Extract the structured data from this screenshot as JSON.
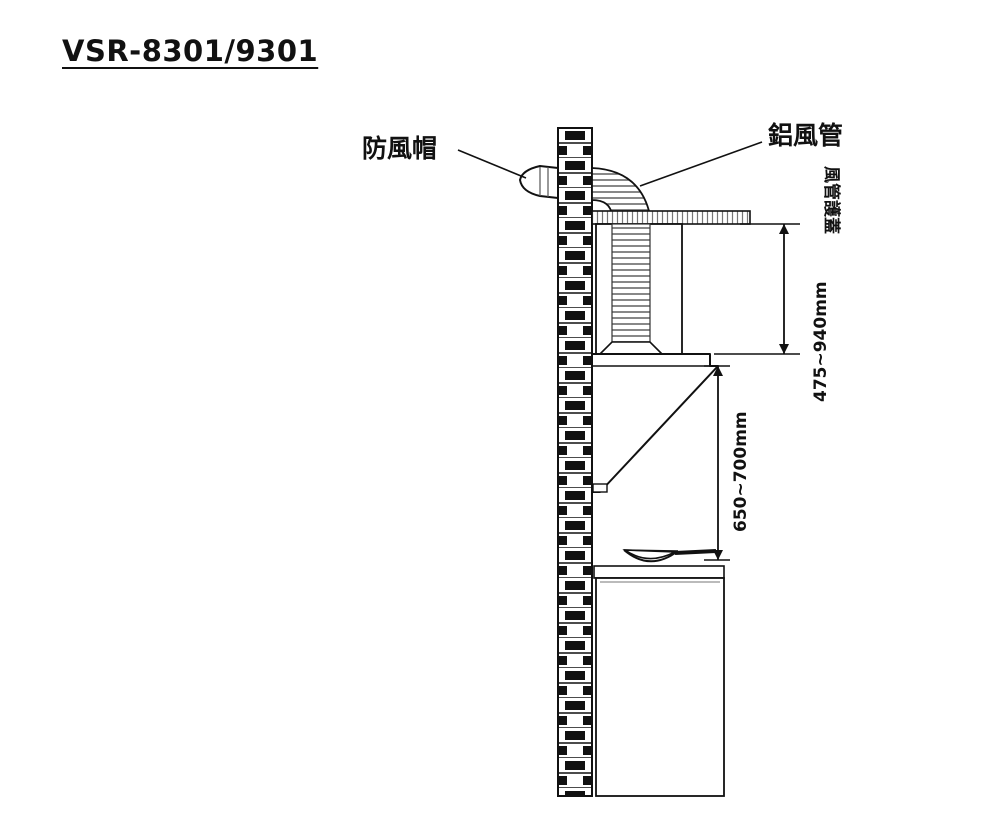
{
  "title": "VSR-8301/9301",
  "labels": {
    "cap": "防風帽",
    "duct": "鋁風管",
    "cover": "風管護蓋"
  },
  "dimensions": {
    "upper": "475~940mm",
    "lower": "650~700mm"
  }
}
